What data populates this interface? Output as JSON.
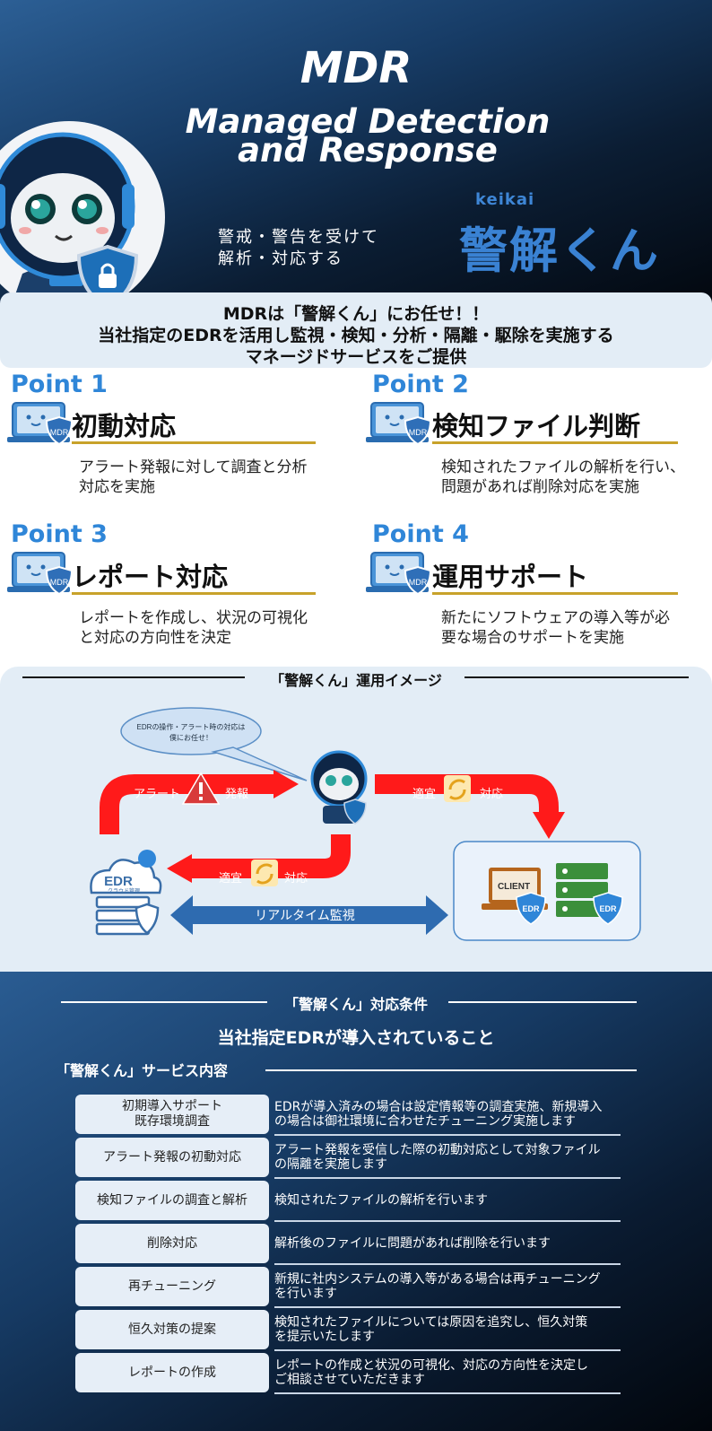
{
  "hero": {
    "title": "MDR",
    "subtitle_line1": "Managed Detection",
    "subtitle_line2": "and Response",
    "tagline_line1": "警戒・警告を受けて",
    "tagline_line2": "解析・対応する",
    "brand_reading": "keikai",
    "brand_name": "警解くん"
  },
  "intro": {
    "line1": "MDRは「警解くん」にお任せ！！",
    "line2": "当社指定のEDRを活用し監視・検知・分析・隔離・駆除を実施する",
    "line3": "マネージドサービスをご提供"
  },
  "points": [
    {
      "label": "Point 1",
      "title": "初動対応",
      "desc_line1": "アラート発報に対して調査と分析",
      "desc_line2": "対応を実施",
      "badge": "MDR"
    },
    {
      "label": "Point 2",
      "title": "検知ファイル判断",
      "desc_line1": "検知されたファイルの解析を行い、",
      "desc_line2": "問題があれば削除対応を実施",
      "badge": "MDR"
    },
    {
      "label": "Point 3",
      "title": "レポート対応",
      "desc_line1": "レポートを作成し、状況の可視化",
      "desc_line2": "と対応の方向性を決定",
      "badge": "MDR"
    },
    {
      "label": "Point 4",
      "title": "運用サポート",
      "desc_line1": "新たにソフトウェアの導入等が必",
      "desc_line2": "要な場合のサポートを実施",
      "badge": "MDR"
    }
  ],
  "operation": {
    "title": "「警解くん」運用イメージ",
    "bubble_line1": "EDRの操作・アラート時の対応は",
    "bubble_line2": "僕にお任せ！",
    "alert_left": "アラート",
    "alert_right": "発報",
    "top_right_left": "適宜",
    "top_right_right": "対応",
    "bottom_left": "適宜",
    "bottom_right": "対応",
    "edr_label": "EDR",
    "edr_sub": "クラウド管理",
    "realtime": "リアルタイム監視",
    "client_label": "CLIENT",
    "client_badge": "EDR",
    "server_badge": "EDR"
  },
  "conditions": {
    "title": "「警解くん」対応条件",
    "requirement": "当社指定EDRが導入されていること",
    "service_title": "「警解くん」サービス内容",
    "rows": [
      {
        "name_line1": "初期導入サポート",
        "name_line2": "既存環境調査",
        "desc_line1": "EDRが導入済みの場合は設定情報等の調査実施、新規導入",
        "desc_line2": "の場合は御社環境に合わせたチューニング実施します"
      },
      {
        "name_line1": "アラート発報の初動対応",
        "name_line2": "",
        "desc_line1": "アラート発報を受信した際の初動対応として対象ファイル",
        "desc_line2": "の隔離を実施します"
      },
      {
        "name_line1": "検知ファイルの調査と解析",
        "name_line2": "",
        "desc_line1": "検知されたファイルの解析を行います",
        "desc_line2": ""
      },
      {
        "name_line1": "削除対応",
        "name_line2": "",
        "desc_line1": "解析後のファイルに問題があれば削除を行います",
        "desc_line2": ""
      },
      {
        "name_line1": "再チューニング",
        "name_line2": "",
        "desc_line1": "新規に社内システムの導入等がある場合は再チューニング",
        "desc_line2": "を行います"
      },
      {
        "name_line1": "恒久対策の提案",
        "name_line2": "",
        "desc_line1": "検知されたファイルについては原因を追究し、恒久対策",
        "desc_line2": "を提示いたします"
      },
      {
        "name_line1": "レポートの作成",
        "name_line2": "",
        "desc_line1": "レポートの作成と状況の可視化、対応の方向性を決定し",
        "desc_line2": "ご相談させていただきます"
      }
    ]
  }
}
